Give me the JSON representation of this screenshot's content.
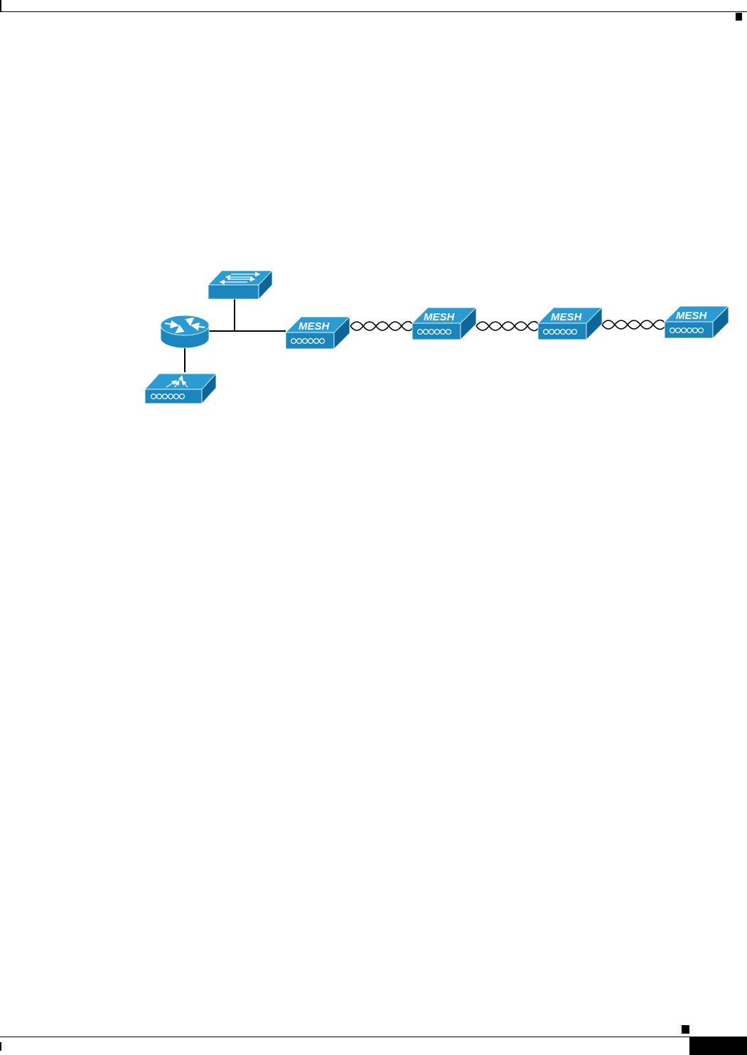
{
  "colors": {
    "device_front": "#1b86bd",
    "device_top": "#2a9bd3",
    "device_side": "#0d6699",
    "device_icon": "#ffffff",
    "link_line": "#000000"
  },
  "devices": {
    "switch": {
      "icon": "layer2-switch-icon"
    },
    "router": {
      "icon": "router-icon"
    },
    "controller": {
      "icon": "wireless-lan-controller-icon"
    },
    "mesh_aps": [
      {
        "label": "MESH",
        "icon": "mesh-access-point-icon"
      },
      {
        "label": "MESH",
        "icon": "mesh-access-point-icon"
      },
      {
        "label": "MESH",
        "icon": "mesh-access-point-icon"
      },
      {
        "label": "MESH",
        "icon": "mesh-access-point-icon"
      }
    ]
  },
  "links": {
    "wired": [
      "switch-to-backbone",
      "router-to-controller",
      "backbone-to-root-ap"
    ],
    "wireless": [
      "mesh-1-to-mesh-2",
      "mesh-2-to-mesh-3",
      "mesh-3-to-mesh-4"
    ]
  }
}
